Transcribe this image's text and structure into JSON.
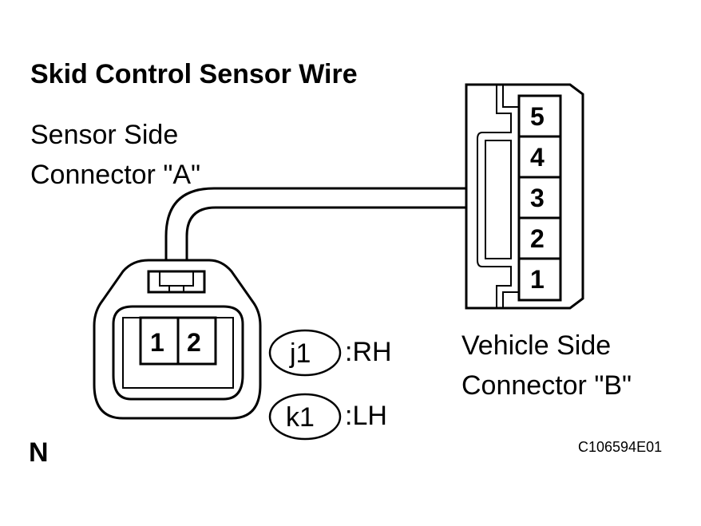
{
  "title": "Skid Control Sensor Wire",
  "connector_a": {
    "label_line1": "Sensor Side",
    "label_line2": "Connector \"A\"",
    "pins": [
      "1",
      "2"
    ]
  },
  "connector_b": {
    "label_line1": "Vehicle Side",
    "label_line2": "Connector \"B\"",
    "pins": [
      "5",
      "4",
      "3",
      "2",
      "1"
    ]
  },
  "legend": [
    {
      "code": "j1",
      "side": ":RH"
    },
    {
      "code": "k1",
      "side": ":LH"
    }
  ],
  "corner_mark": "N",
  "figure_id": "C106594E01"
}
